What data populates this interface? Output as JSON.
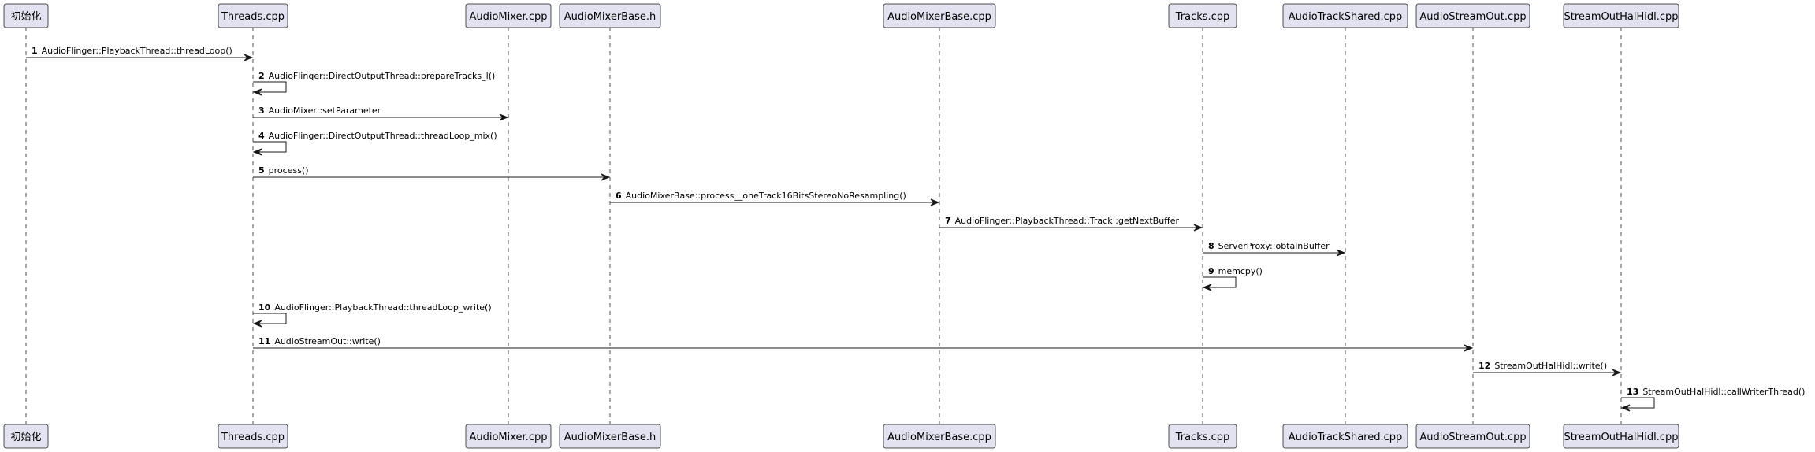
{
  "participants": [
    {
      "id": "init",
      "label": "初始化"
    },
    {
      "id": "threads",
      "label": "Threads.cpp"
    },
    {
      "id": "audiomixer",
      "label": "AudioMixer.cpp"
    },
    {
      "id": "audiomixerbase_h",
      "label": "AudioMixerBase.h"
    },
    {
      "id": "audiomixerbase_cpp",
      "label": "AudioMixerBase.cpp"
    },
    {
      "id": "tracks",
      "label": "Tracks.cpp"
    },
    {
      "id": "audiotrackshared",
      "label": "AudioTrackShared.cpp"
    },
    {
      "id": "audiostreamout",
      "label": "AudioStreamOut.cpp"
    },
    {
      "id": "streamouthalhidl",
      "label": "StreamOutHalHidl.cpp"
    }
  ],
  "messages": [
    {
      "num": "1",
      "from": "init",
      "to": "threads",
      "text": "AudioFlinger::PlaybackThread::threadLoop()"
    },
    {
      "num": "2",
      "from": "threads",
      "to": "threads",
      "text": "AudioFlinger::DirectOutputThread::prepareTracks_l()"
    },
    {
      "num": "3",
      "from": "threads",
      "to": "audiomixer",
      "text": "AudioMixer::setParameter"
    },
    {
      "num": "4",
      "from": "threads",
      "to": "threads",
      "text": "AudioFlinger::DirectOutputThread::threadLoop_mix()"
    },
    {
      "num": "5",
      "from": "threads",
      "to": "audiomixerbase_h",
      "text": "process()"
    },
    {
      "num": "6",
      "from": "audiomixerbase_h",
      "to": "audiomixerbase_cpp",
      "text": "AudioMixerBase::process__oneTrack16BitsStereoNoResampling()"
    },
    {
      "num": "7",
      "from": "audiomixerbase_cpp",
      "to": "tracks",
      "text": "AudioFlinger::PlaybackThread::Track::getNextBuffer"
    },
    {
      "num": "8",
      "from": "tracks",
      "to": "audiotrackshared",
      "text": "ServerProxy::obtainBuffer"
    },
    {
      "num": "9",
      "from": "tracks",
      "to": "tracks",
      "text": "memcpy()"
    },
    {
      "num": "10",
      "from": "threads",
      "to": "threads",
      "text": "AudioFlinger::PlaybackThread::threadLoop_write()"
    },
    {
      "num": "11",
      "from": "threads",
      "to": "audiostreamout",
      "text": "AudioStreamOut::write()"
    },
    {
      "num": "12",
      "from": "audiostreamout",
      "to": "streamouthalhidl",
      "text": "StreamOutHalHidl::write()"
    },
    {
      "num": "13",
      "from": "streamouthalhidl",
      "to": "streamouthalhidl",
      "text": "StreamOutHalHidl::callWriterThread()"
    }
  ]
}
